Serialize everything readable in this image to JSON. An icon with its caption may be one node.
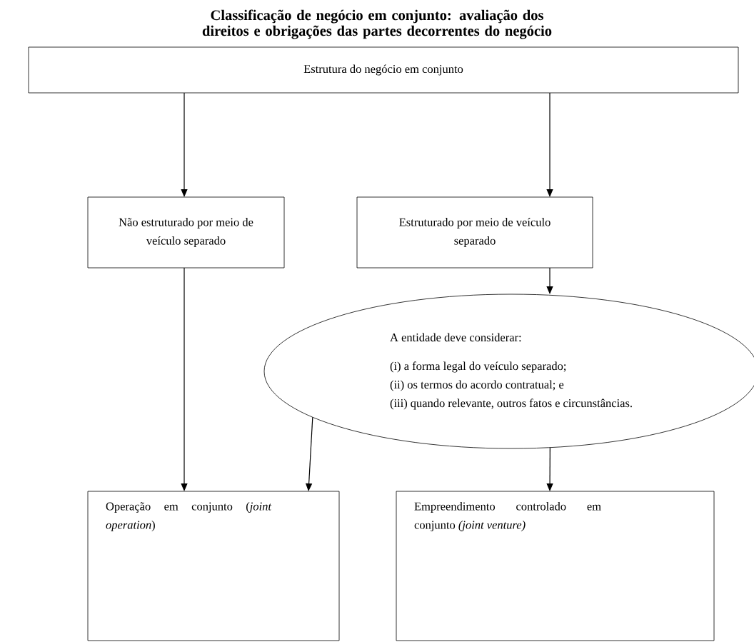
{
  "diagram": {
    "title": "Classificação de negócio em conjunto: avaliação dos direitos e obrigações das partes decorrentes do negócio",
    "nodes": [
      {
        "text": [
          "Estrutura do negócio em conjunto"
        ]
      },
      {
        "text": [
          "Não estruturado por meio de veículo separado"
        ]
      },
      {
        "text": [
          "Estruturado por meio de veículo separado"
        ]
      },
      {
        "text": [
          "A entidade deve considerar:",
          "(i) a forma legal do veículo separado;",
          "(ii) os termos do acordo contratual; e",
          "(iii) quando relevante, outros fatos e circunstâncias."
        ]
      },
      {
        "text": [
          "Operação em conjunto (*joint operation*)"
        ]
      },
      {
        "text": [
          "Empreendimento controlado em conjunto *(joint venture)*"
        ]
      }
    ],
    "edges": [
      {
        "from": 0,
        "to": 1,
        "arrow": "to"
      },
      {
        "from": 0,
        "to": 2,
        "arrow": "to"
      },
      {
        "from": 1,
        "to": 4,
        "arrow": "to"
      },
      {
        "from": 2,
        "to": 3,
        "arrow": "to"
      },
      {
        "from": 3,
        "to": 4,
        "arrow": "to"
      },
      {
        "from": 3,
        "to": 5,
        "arrow": "to"
      }
    ]
  }
}
